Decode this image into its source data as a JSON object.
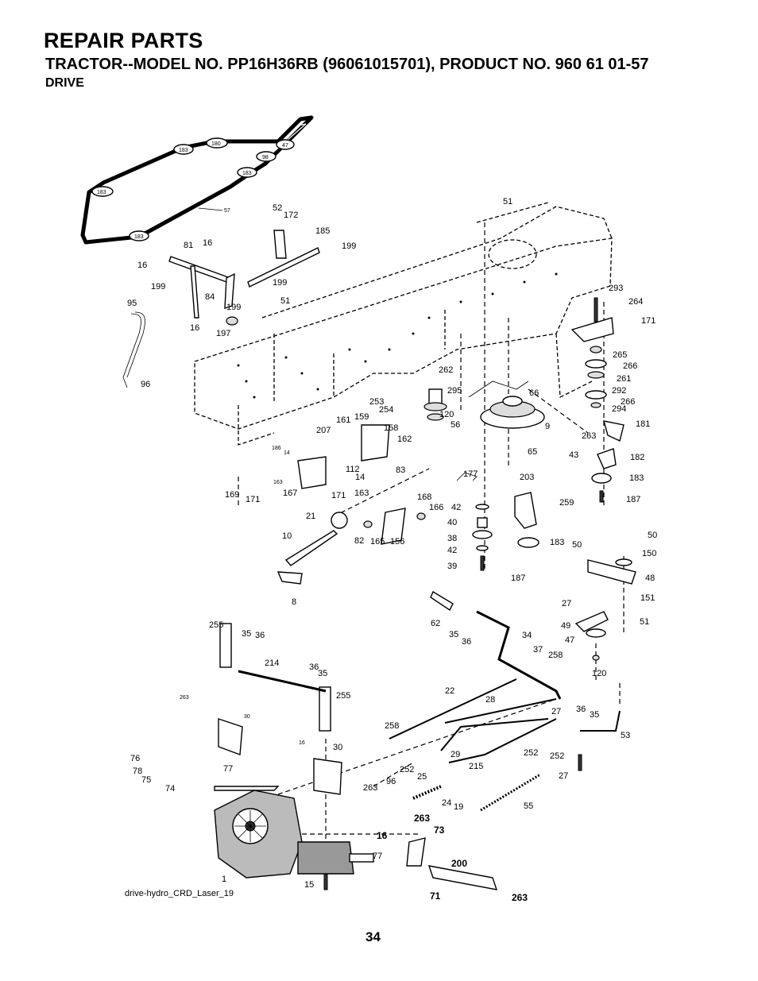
{
  "header": {
    "title": "REPAIR PARTS",
    "model_line": "TRACTOR--MODEL NO. PP16H36RB (96061015701), PRODUCT NO. 960 61 01-57",
    "section": "DRIVE"
  },
  "belt_labels": [
    "183",
    "183",
    "180",
    "47",
    "98",
    "183",
    "183",
    "57"
  ],
  "part_labels": [
    "51",
    "52",
    "172",
    "185",
    "199",
    "81",
    "16",
    "16",
    "199",
    "199",
    "84",
    "51",
    "95",
    "199",
    "16",
    "197",
    "96",
    "262",
    "253",
    "295",
    "254",
    "120",
    "56",
    "66",
    "9",
    "161",
    "159",
    "207",
    "158",
    "162",
    "186",
    "14",
    "112",
    "163",
    "83",
    "167",
    "171",
    "163",
    "14",
    "169",
    "171",
    "168",
    "166",
    "21",
    "10",
    "82",
    "165",
    "156",
    "8",
    "65",
    "203",
    "177",
    "42",
    "40",
    "38",
    "42",
    "39",
    "259",
    "183",
    "187",
    "293",
    "264",
    "171",
    "265",
    "266",
    "261",
    "292",
    "266",
    "294",
    "263",
    "181",
    "43",
    "182",
    "183",
    "187",
    "50",
    "50",
    "150",
    "48",
    "27",
    "151",
    "49",
    "51",
    "47",
    "120",
    "62",
    "35",
    "36",
    "34",
    "37",
    "258",
    "255",
    "35",
    "36",
    "214",
    "36",
    "35",
    "255",
    "263",
    "30",
    "22",
    "28",
    "27",
    "36",
    "35",
    "53",
    "258",
    "16",
    "30",
    "29",
    "252",
    "252",
    "76",
    "78",
    "75",
    "74",
    "77",
    "263",
    "252",
    "25",
    "215",
    "27",
    "96",
    "24",
    "19",
    "55",
    "263",
    "73",
    "16",
    "77",
    "200",
    "1",
    "15",
    "71",
    "263"
  ],
  "footer": {
    "caption": "drive-hydro_CRD_Laser_19",
    "page_number": "34"
  }
}
